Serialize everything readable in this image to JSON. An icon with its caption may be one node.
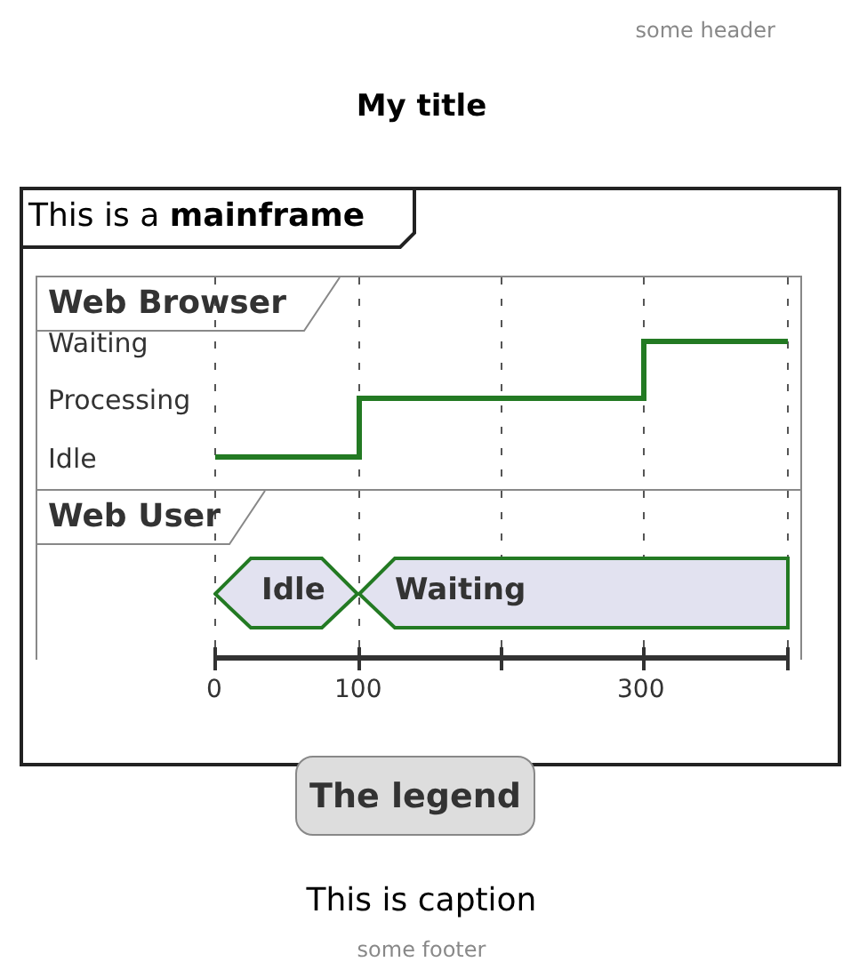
{
  "diagram": {
    "title": "My title",
    "caption": "This is caption",
    "nodes": [
      {
        "text": [
          "This is a **mainframe**"
        ]
      },
      {
        "text": [
          "Web Browser"
        ],
        "in": 0
      },
      {
        "text": [
          "Web User"
        ],
        "in": 0
      },
      {
        "text": [
          "Idle"
        ],
        "in": 2
      },
      {
        "text": [
          "Waiting"
        ],
        "in": 2
      },
      {
        "text": [
          "The legend"
        ]
      }
    ],
    "labels": [
      "some header",
      "Waiting",
      "Processing",
      "Idle",
      "0",
      "100",
      "300",
      "some footer"
    ]
  }
}
